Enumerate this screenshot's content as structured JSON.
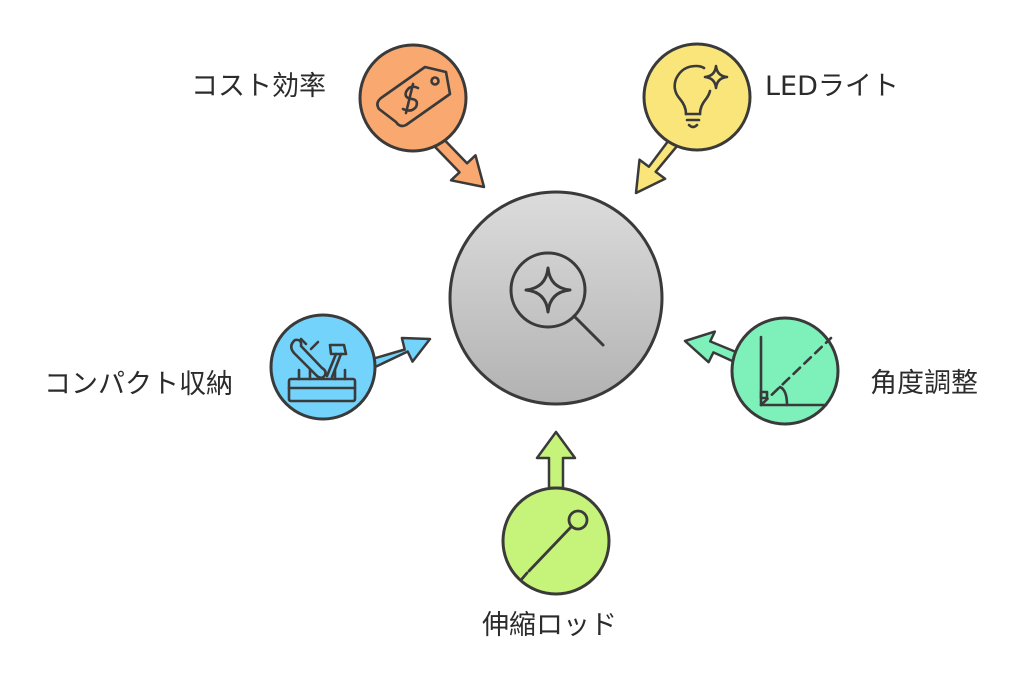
{
  "colors": {
    "center": "#c8c8c8",
    "cost": "#f9a86f",
    "led": "#fae57a",
    "storage": "#74d3fb",
    "angle": "#7ef1bb",
    "rod": "#c6f37a",
    "stroke": "#3a3a3a"
  },
  "center": {
    "icon": "magnifier-sparkle-icon"
  },
  "features": [
    {
      "id": "cost",
      "label": "コスト効率",
      "icon": "price-tag-icon",
      "color": "#f9a86f"
    },
    {
      "id": "led",
      "label": "LEDライト",
      "icon": "lightbulb-sparkle-icon",
      "color": "#fae57a"
    },
    {
      "id": "storage",
      "label": "コンパクト収納",
      "icon": "toolbox-icon",
      "color": "#74d3fb"
    },
    {
      "id": "angle",
      "label": "角度調整",
      "icon": "angle-icon",
      "color": "#7ef1bb"
    },
    {
      "id": "rod",
      "label": "伸縮ロッド",
      "icon": "telescopic-rod-icon",
      "color": "#c6f37a"
    }
  ]
}
